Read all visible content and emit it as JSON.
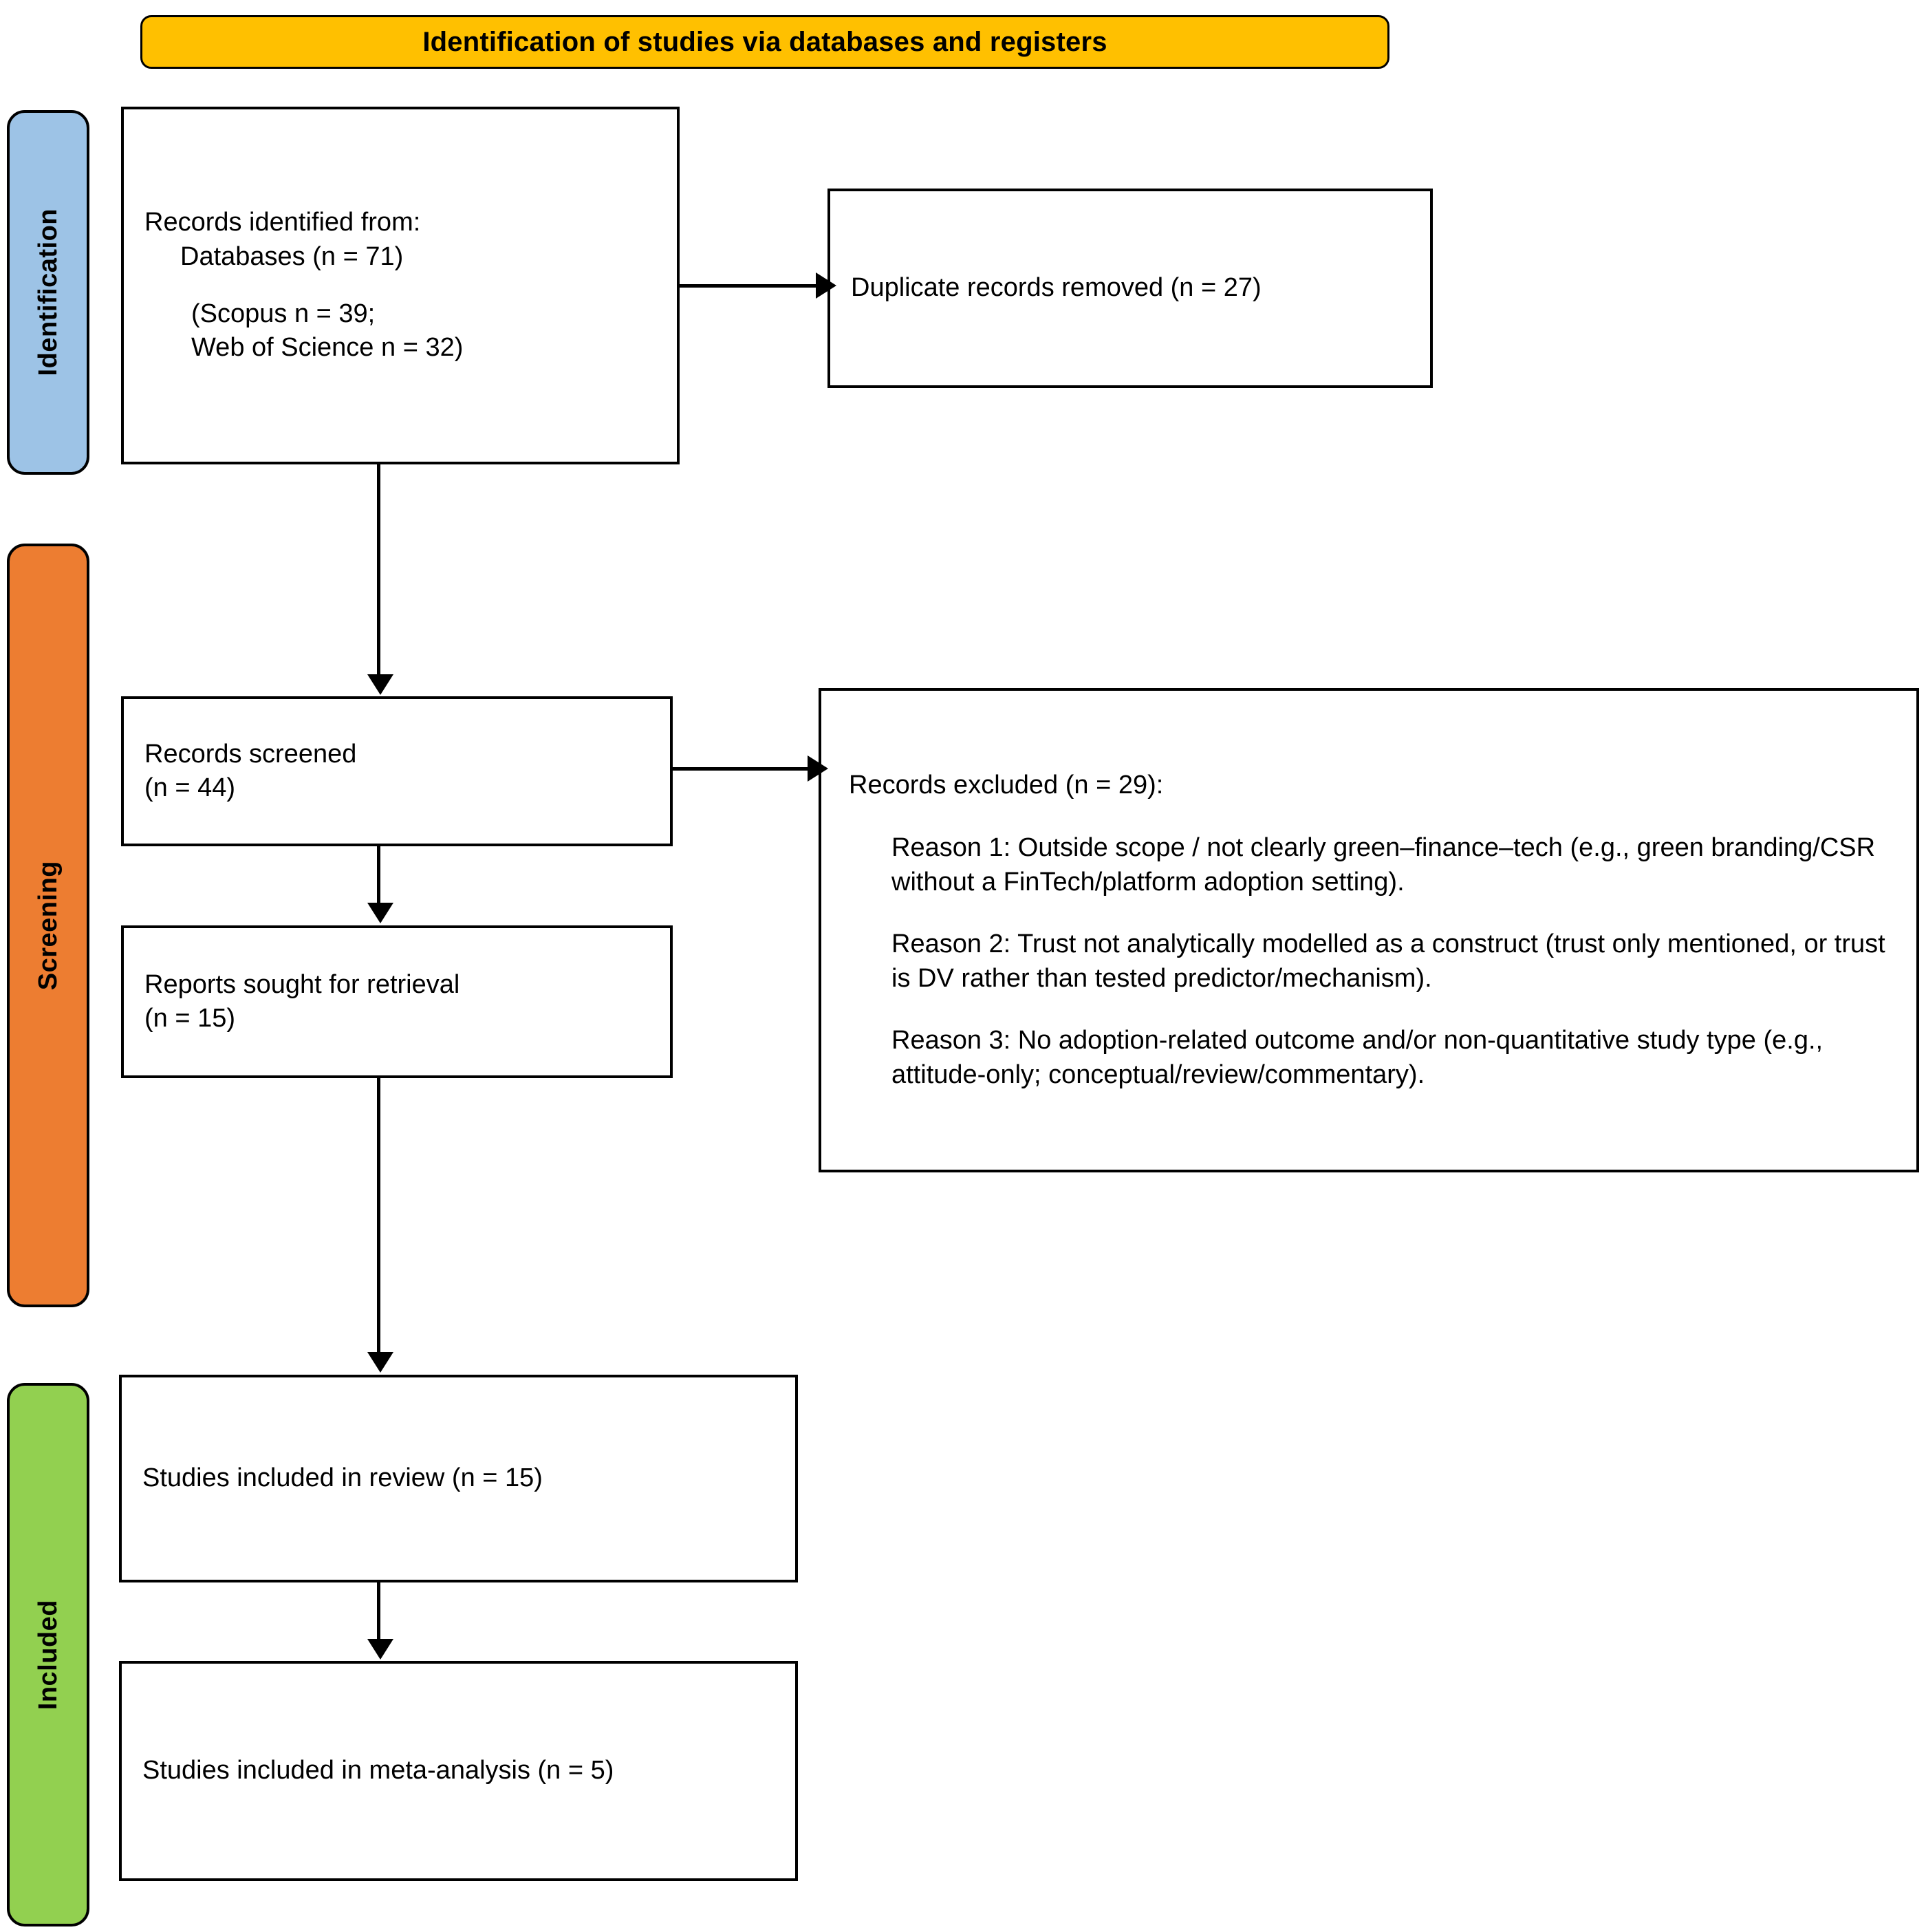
{
  "banner": {
    "title": "Identification of studies via databases and registers"
  },
  "stages": [
    {
      "id": "identification",
      "label": "Identification",
      "color": "#9DC3E6"
    },
    {
      "id": "screening",
      "label": "Screening",
      "color": "#ED7D31"
    },
    {
      "id": "included",
      "label": "Included",
      "color": "#92D050"
    }
  ],
  "boxes": {
    "identified": {
      "line1": "Records identified from:",
      "line2": "Databases (n = 71)",
      "line3": "(Scopus n = 39;",
      "line4": "Web of Science n = 32)"
    },
    "duplicates": {
      "line1": "Duplicate records removed (n = 27)"
    },
    "screened": {
      "line1": "Records screened",
      "line2": "(n = 44)"
    },
    "reports_sought": {
      "line1": "Reports sought for retrieval",
      "line2": "(n = 15)"
    },
    "excluded": {
      "heading": "Records excluded (n = 29):",
      "reason1": "Reason 1: Outside scope / not clearly green–finance–tech (e.g., green branding/CSR without a FinTech/platform adoption setting).",
      "reason2": "Reason 2: Trust not analytically modelled as a construct (trust only mentioned, or trust is DV rather than tested predictor/mechanism).",
      "reason3": "Reason 3: No adoption-related outcome and/or non-quantitative study type (e.g., attitude-only; conceptual/review/commentary)."
    },
    "review": {
      "line1": "Studies included in review (n = 15)"
    },
    "meta": {
      "line1": "Studies included in meta-analysis (n = 5)"
    }
  },
  "chart_data": {
    "type": "diagram",
    "title": "Identification of studies via databases and registers",
    "nodes": [
      {
        "id": "identified",
        "stage": "Identification",
        "label": "Records identified from: Databases (n = 71) (Scopus n = 39; Web of Science n = 32)",
        "n": 71
      },
      {
        "id": "duplicates",
        "stage": "Identification",
        "label": "Duplicate records removed (n = 27)",
        "n": 27
      },
      {
        "id": "screened",
        "stage": "Screening",
        "label": "Records screened (n = 44)",
        "n": 44
      },
      {
        "id": "excluded",
        "stage": "Screening",
        "label": "Records excluded (n = 29)",
        "n": 29
      },
      {
        "id": "reports_sought",
        "stage": "Screening",
        "label": "Reports sought for retrieval (n = 15)",
        "n": 15
      },
      {
        "id": "review",
        "stage": "Included",
        "label": "Studies included in review (n = 15)",
        "n": 15
      },
      {
        "id": "meta",
        "stage": "Included",
        "label": "Studies included in meta-analysis (n = 5)",
        "n": 5
      }
    ],
    "edges": [
      {
        "from": "identified",
        "to": "duplicates",
        "direction": "right"
      },
      {
        "from": "identified",
        "to": "screened",
        "direction": "down"
      },
      {
        "from": "screened",
        "to": "excluded",
        "direction": "right"
      },
      {
        "from": "screened",
        "to": "reports_sought",
        "direction": "down"
      },
      {
        "from": "reports_sought",
        "to": "review",
        "direction": "down"
      },
      {
        "from": "review",
        "to": "meta",
        "direction": "down"
      }
    ],
    "sources": [
      {
        "name": "Scopus",
        "n": 39
      },
      {
        "name": "Web of Science",
        "n": 32
      }
    ],
    "colors": {
      "banner": "#FFC000",
      "identification": "#9DC3E6",
      "screening": "#ED7D31",
      "included": "#92D050",
      "box_border": "#000000",
      "box_fill": "#FFFFFF"
    }
  }
}
